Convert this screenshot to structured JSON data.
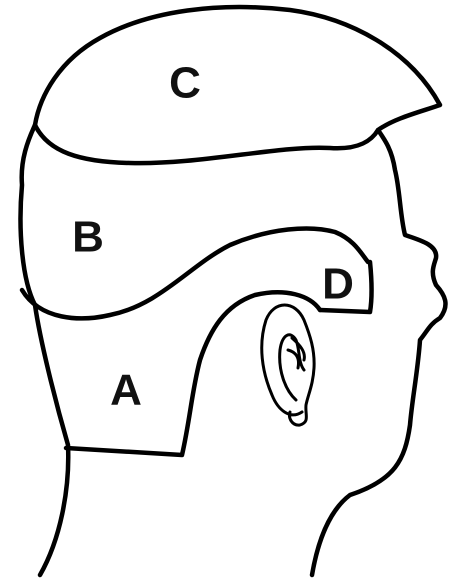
{
  "labels": {
    "zone_a": "A",
    "zone_b": "B",
    "zone_c": "C",
    "zone_d": "D"
  }
}
